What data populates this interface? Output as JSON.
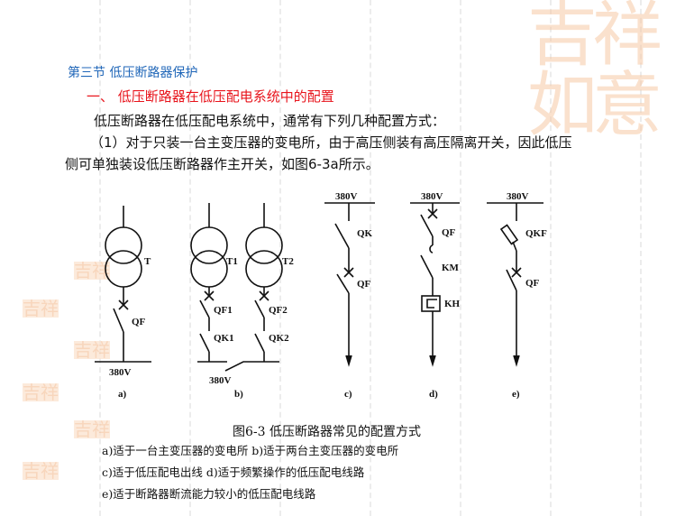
{
  "watermark": "吉祥如意",
  "heading": {
    "section_title": "第三节  低压断路器保护",
    "subtitle": "一、 低压断路器在低压配电系统中的配置"
  },
  "body": {
    "intro": "低压断路器在低压配电系统中，通常有下列几种配置方式：",
    "item1_line1": "（1）对于只装一台主变压器的变电所，由于高压侧装有高压隔离开关，因此低压",
    "item1_line2": "侧可单独装设低压断路器作主开关，如图6-3a所示。"
  },
  "figure": {
    "labels": {
      "a": {
        "T": "T",
        "QF": "QF",
        "bus": "380V",
        "tag": "a)"
      },
      "b": {
        "T1": "T1",
        "T2": "T2",
        "QF1": "QF1",
        "QF2": "QF2",
        "QK1": "QK1",
        "QK2": "QK2",
        "bus": "380V",
        "tag": "b)"
      },
      "c": {
        "bus": "380V",
        "QK": "QK",
        "QF": "QF",
        "tag": "c)"
      },
      "d": {
        "bus": "380V",
        "QF": "QF",
        "KM": "KM",
        "KH": "KH",
        "tag": "d)"
      },
      "e": {
        "bus": "380V",
        "QKF": "QKF",
        "QF": "QF",
        "tag": "e)"
      }
    },
    "caption": "图6-3  低压断路器常见的配置方式",
    "notes": [
      "a)适于一台主变压器的变电所  b)适于两台主变压器的变电所",
      "c)适于低压配电出线    d)适于频繁操作的低压配电线路",
      "e)适于断路器断流能力较小的低压配电线路"
    ]
  }
}
